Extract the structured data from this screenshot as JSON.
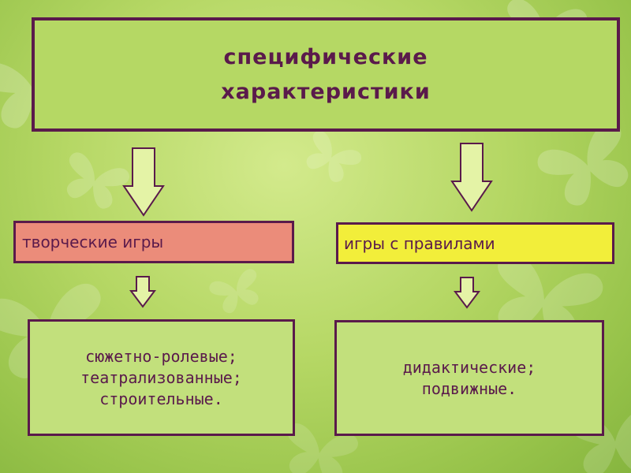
{
  "title": "специфические\nхарактеристики",
  "categories": [
    {
      "label": "творческие игры",
      "details": "сюжетно-ролевые;\nтеатрализованные;\nстроительные."
    },
    {
      "label": "игры с правилами",
      "details": "дидактические;\nподвижные."
    }
  ],
  "colors": {
    "border": "#5a1a4b",
    "text": "#5a1a4b",
    "left_category_fill": "#eb8c7a",
    "right_category_fill": "#f2ee3a",
    "detail_fill": "#c2e07c",
    "arrow_fill": "#e4f3a6"
  },
  "icons": [
    "butterfly-icon",
    "arrow-down-icon"
  ]
}
